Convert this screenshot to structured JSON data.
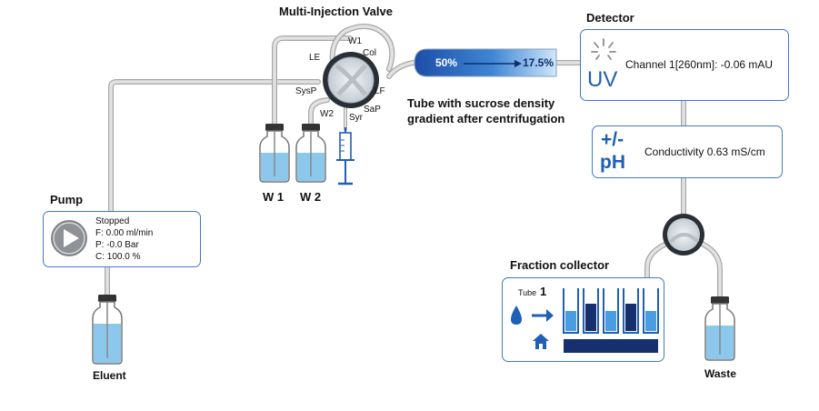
{
  "valve": {
    "title": "Multi-Injection Valve",
    "ports": {
      "w1": "W1",
      "col": "Col",
      "le": "LE",
      "sysp": "SysP",
      "lf": "LF",
      "w2": "W2",
      "syr": "Syr",
      "sap": "SaP"
    }
  },
  "tube": {
    "top_label": "50%",
    "bottom_label": "17.5%",
    "caption_line1": "Tube with sucrose density",
    "caption_line2": "gradient after centrifugation"
  },
  "detector": {
    "title": "Detector",
    "uv_label": "UV",
    "uv_reading": "Channel 1[260nm]: -0.06 mAU",
    "ph_icon_top": "+/-",
    "ph_icon_bottom": "pH",
    "conductivity_reading": "Conductivity 0.63 mS/cm"
  },
  "pump": {
    "title": "Pump",
    "status": "Stopped",
    "flow": "F: 0.00 ml/min",
    "pressure": "P: -0.0  Bar",
    "composition": "C: 100.0 %"
  },
  "bottles": {
    "w1": "W 1",
    "w2": "W 2",
    "eluent": "Eluent",
    "waste": "Waste"
  },
  "fraction_collector": {
    "title": "Fraction collector",
    "tube_prefix": "Tube",
    "tube_number": "1"
  },
  "colors": {
    "accent": "#1f5fb5",
    "tubing": "#d6d6d6",
    "liquid": "#8cc8ec",
    "border": "#3f78c9"
  }
}
